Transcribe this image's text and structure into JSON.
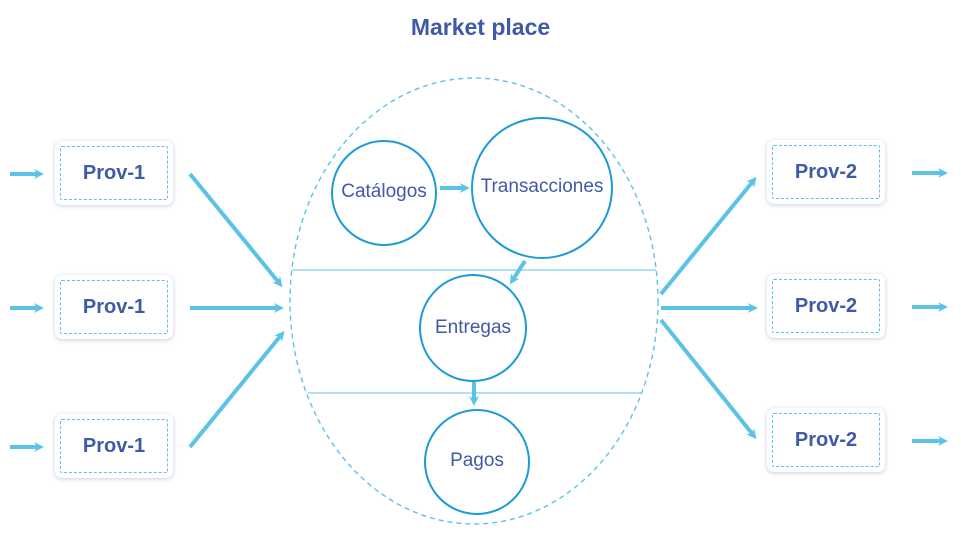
{
  "title": "Market place",
  "colors": {
    "accent": "#5bc3e6",
    "circle": "#1e9ad6",
    "text": "#3f5aa8"
  },
  "left_providers": [
    {
      "label": "Prov-1"
    },
    {
      "label": "Prov-1"
    },
    {
      "label": "Prov-1"
    }
  ],
  "right_providers": [
    {
      "label": "Prov-2"
    },
    {
      "label": "Prov-2"
    },
    {
      "label": "Prov-2"
    }
  ],
  "nodes": {
    "catalogos": "Catálogos",
    "transacciones": "Transacciones",
    "entregas": "Entregas",
    "pagos": "Pagos"
  }
}
